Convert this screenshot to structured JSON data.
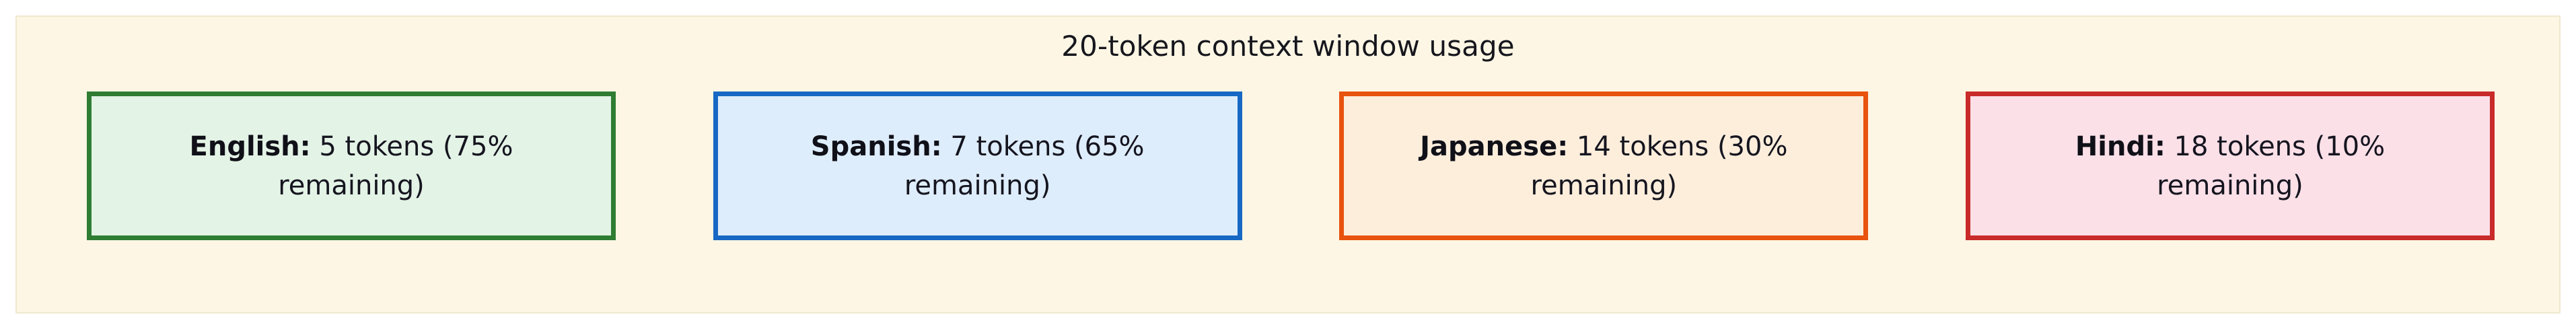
{
  "panel": {
    "title": "20-token context window usage",
    "background_color": "#fdf6e4",
    "border_color": "#efe7ce"
  },
  "cards": [
    {
      "language": "English:",
      "detail": " 5 tokens (75% remaining)",
      "tokens": 5,
      "remaining_percent": 75,
      "border_color": "#2e7d32",
      "fill_color": "#e3f3e6",
      "variant": "green"
    },
    {
      "language": "Spanish:",
      "detail": " 7 tokens (65% remaining)",
      "tokens": 7,
      "remaining_percent": 65,
      "border_color": "#1768c4",
      "fill_color": "#deedfb",
      "variant": "blue"
    },
    {
      "language": "Japanese:",
      "detail": " 14 tokens (30% remaining)",
      "tokens": 14,
      "remaining_percent": 30,
      "border_color": "#e8530e",
      "fill_color": "#fdeedc",
      "variant": "orange"
    },
    {
      "language": "Hindi:",
      "detail": " 18 tokens (10% remaining)",
      "tokens": 18,
      "remaining_percent": 10,
      "border_color": "#c92a2a",
      "fill_color": "#fbe0e8",
      "variant": "red"
    }
  ],
  "chart_data": {
    "type": "table",
    "title": "20-token context window usage",
    "categories": [
      "English",
      "Spanish",
      "Japanese",
      "Hindi"
    ],
    "series": [
      {
        "name": "tokens used",
        "values": [
          5,
          7,
          14,
          18
        ]
      },
      {
        "name": "remaining %",
        "values": [
          75,
          65,
          30,
          10
        ]
      }
    ],
    "context_window_tokens": 20,
    "xlabel": "",
    "ylabel": "",
    "legend": []
  }
}
